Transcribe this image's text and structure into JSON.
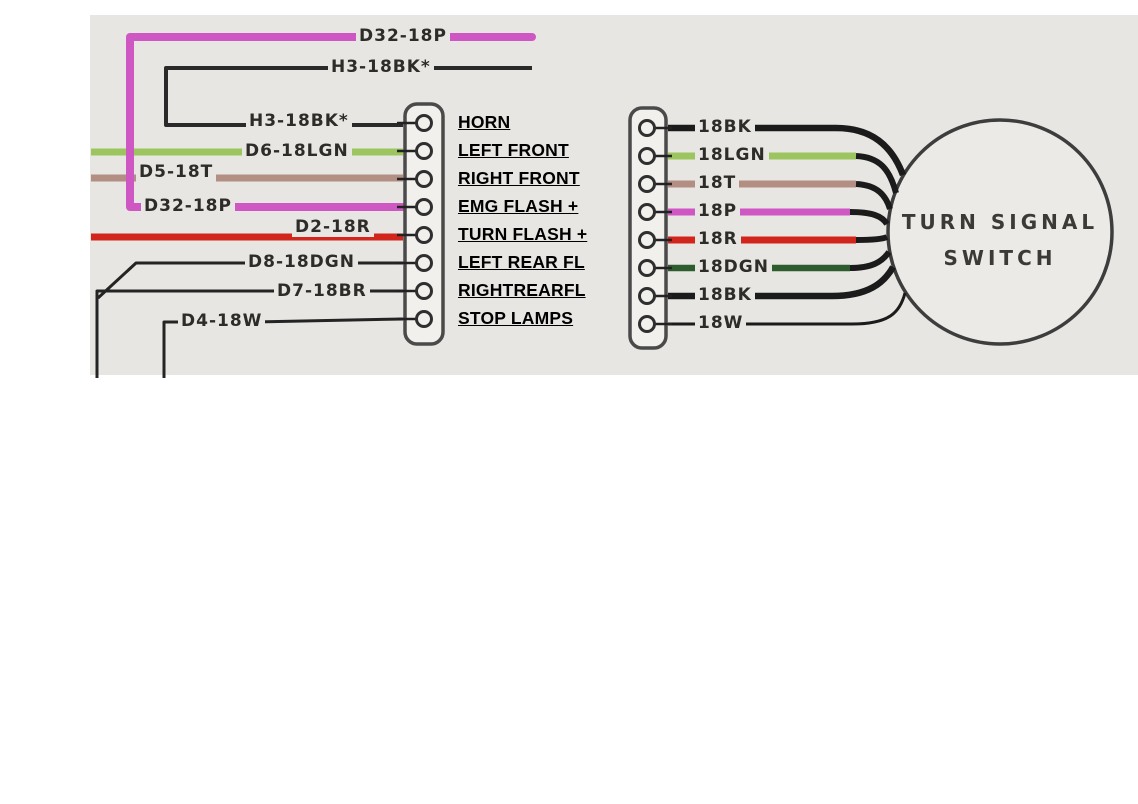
{
  "diagram": {
    "title": "Turn signal switch wiring diagram",
    "left_labels": {
      "d32_top": "D32-18P",
      "h3_top": "H3-18BK*",
      "h3": "H3-18BK*",
      "d6": "D6-18LGN",
      "d5": "D5-18T",
      "d32": "D32-18P",
      "d2": "D2-18R",
      "d8": "D8-18DGN",
      "d7": "D7-18BR",
      "d4": "D4-18W"
    },
    "pins": [
      "HORN",
      "LEFT FRONT",
      "RIGHT FRONT",
      "EMG FLASH +",
      "TURN FLASH +",
      "LEFT REAR FL",
      "RIGHTREARFL",
      "STOP LAMPS"
    ],
    "right_labels": [
      "18BK",
      "18LGN",
      "18T",
      "18P",
      "18R",
      "18DGN",
      "18BK",
      "18W"
    ],
    "switch": {
      "line1": "TURN SIGNAL",
      "line2": "SWITCH"
    },
    "colors": {
      "magenta": "#cf57c3",
      "black": "#1b1b1b",
      "light_green": "#9cc55f",
      "tan": "#b28e83",
      "red": "#d2261c",
      "dark_green": "#2f5c2f",
      "paper": "#e8e6e2"
    }
  }
}
